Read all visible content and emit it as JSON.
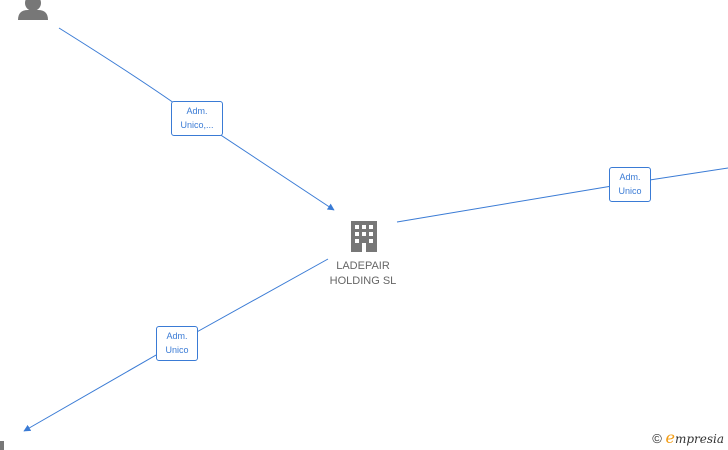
{
  "colors": {
    "edge": "#3a7bd5",
    "node_icon": "#777777",
    "label_text": "#666666"
  },
  "nodes": {
    "center": {
      "icon": "building-icon",
      "name_line1": "LADEPAIR",
      "name_line2": "HOLDING  SL"
    },
    "top_left": {
      "icon": "person-icon"
    },
    "bottom_left": {
      "icon": "person-icon"
    }
  },
  "edges": [
    {
      "id": "top-left-to-center",
      "line1": "Adm.",
      "line2": "Unico,..."
    },
    {
      "id": "center-to-right",
      "line1": "Adm.",
      "line2": "Unico"
    },
    {
      "id": "center-to-bottom-left",
      "line1": "Adm.",
      "line2": "Unico"
    }
  ],
  "watermark": {
    "copyright": "©",
    "brand_initial": "e",
    "brand_rest": "mpresia"
  }
}
